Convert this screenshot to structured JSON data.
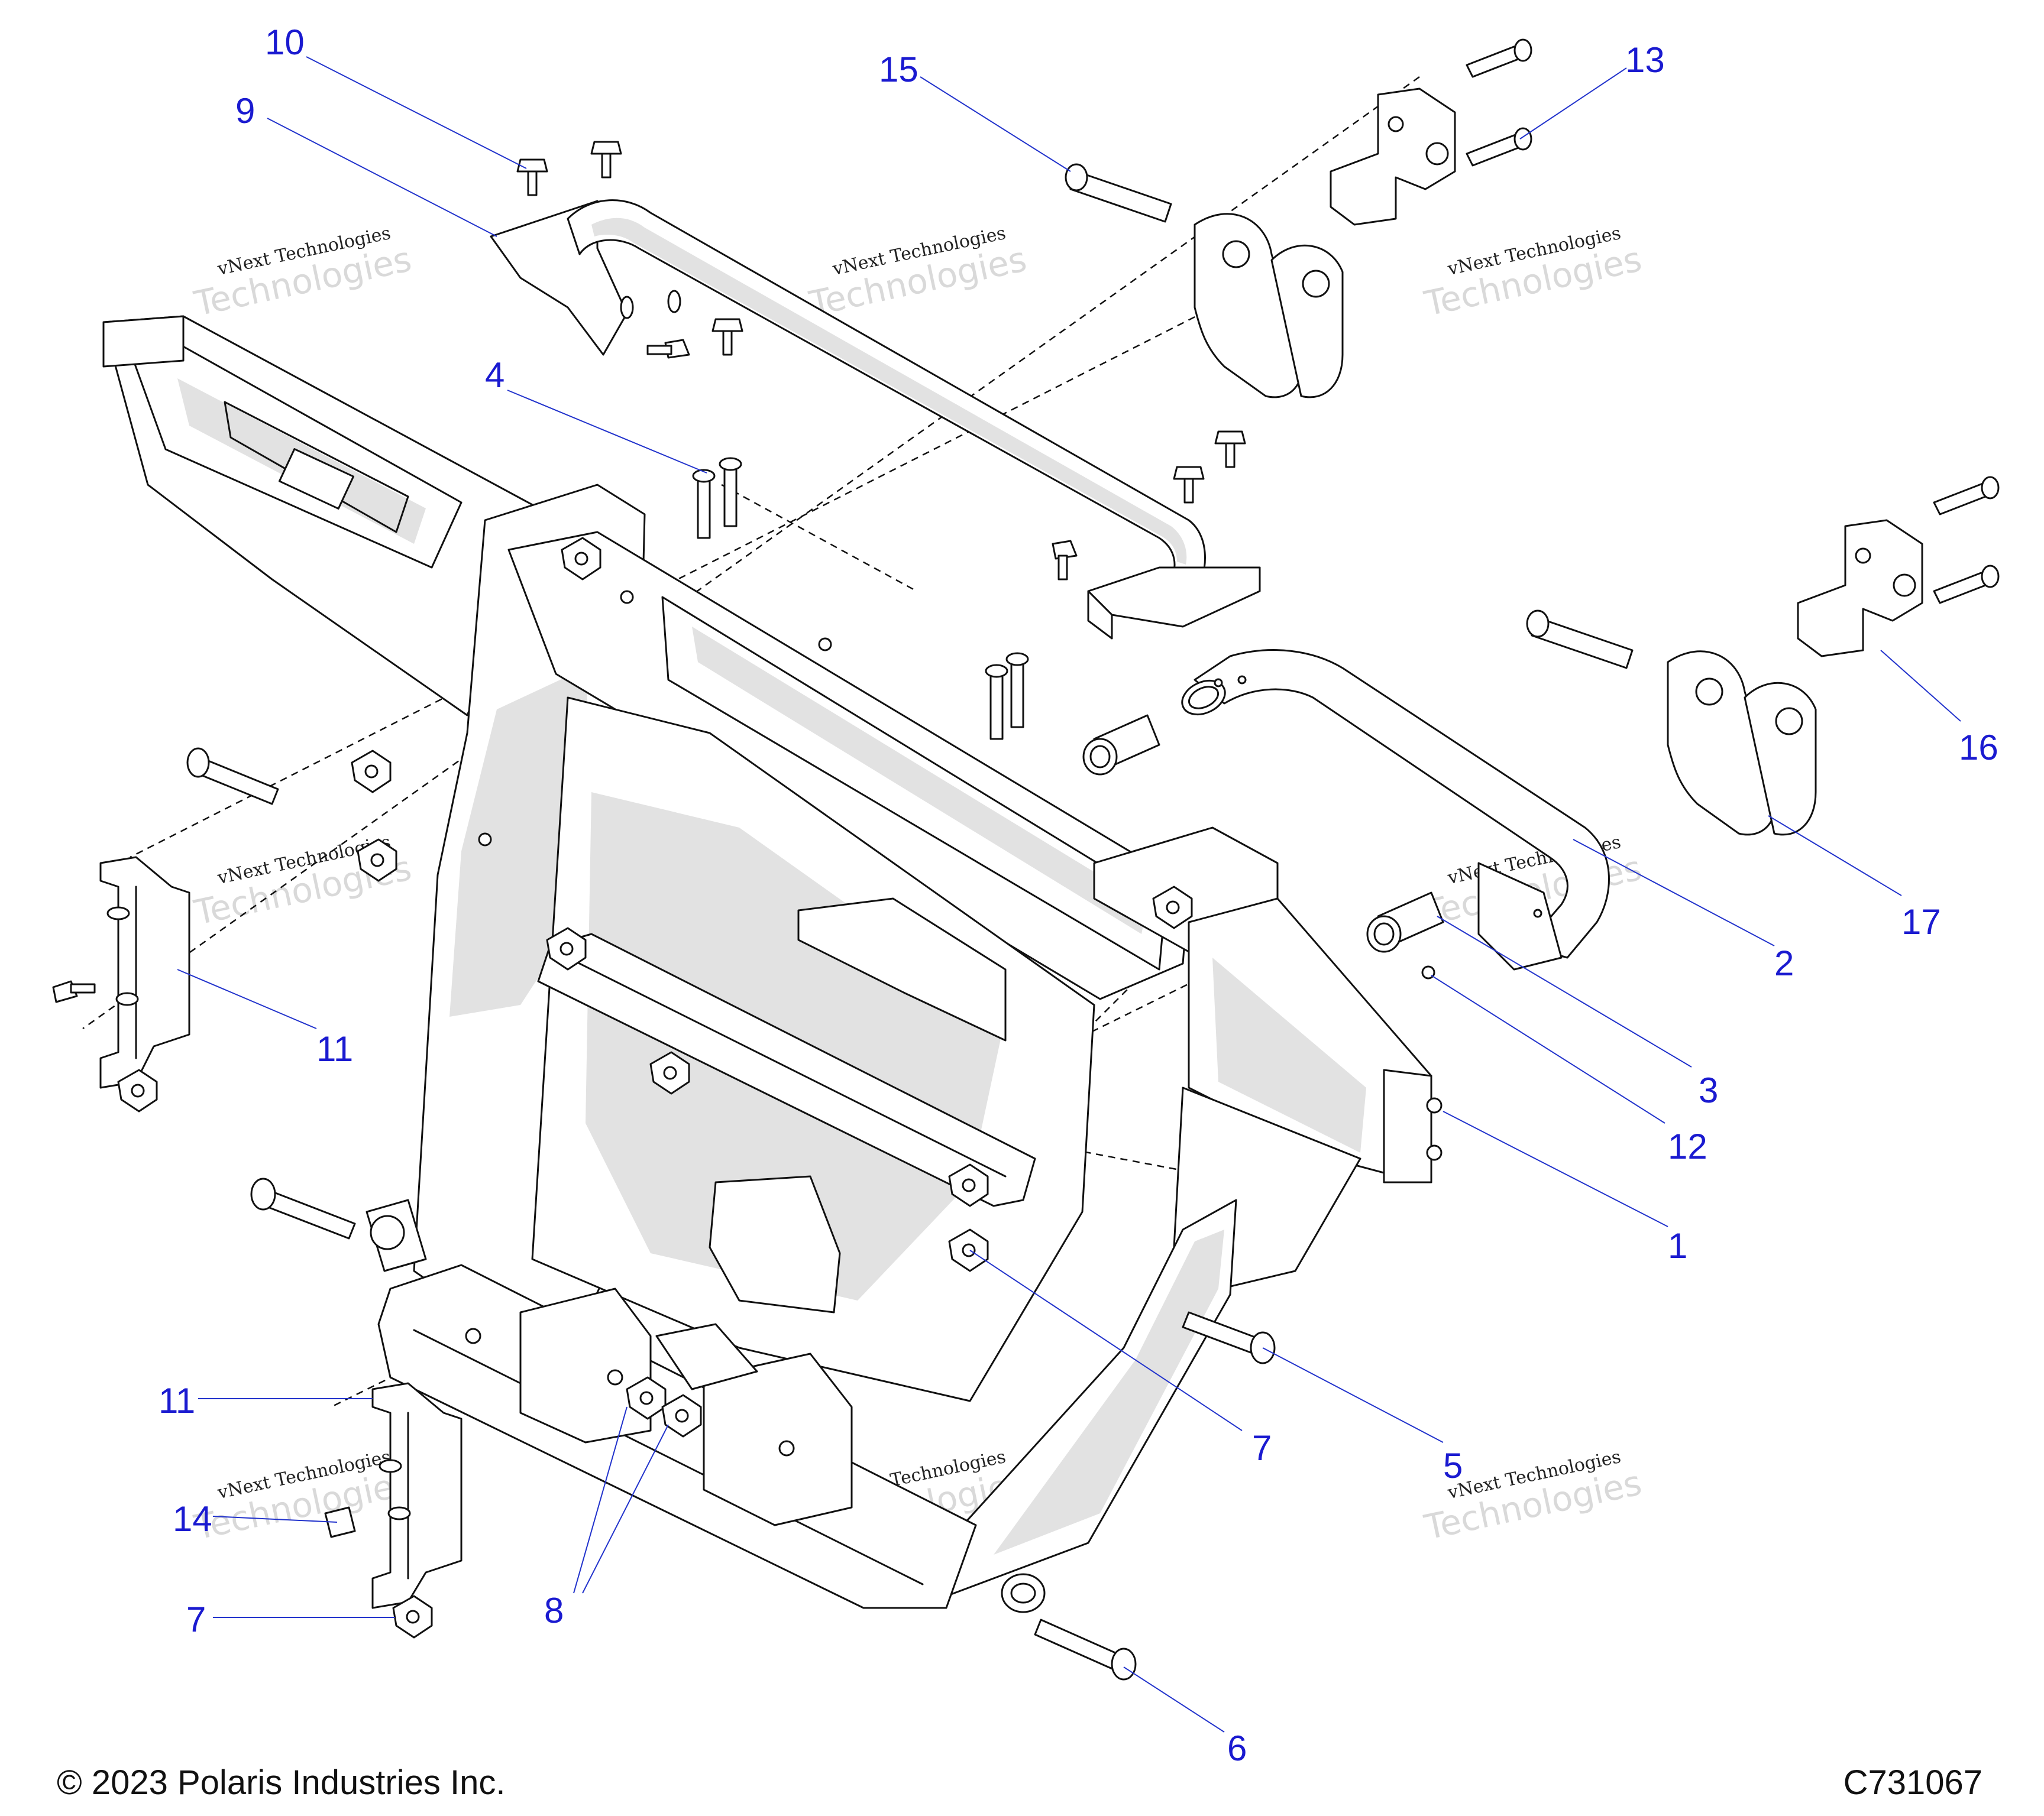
{
  "figure": {
    "copyright": "© 2023 Polaris Industries Inc.",
    "id": "C731067",
    "watermark_line1": "vNext Technologies",
    "watermark_line2": "Technologies"
  },
  "callouts": [
    {
      "label": "10"
    },
    {
      "label": "9"
    },
    {
      "label": "15"
    },
    {
      "label": "13"
    },
    {
      "label": "4"
    },
    {
      "label": "16"
    },
    {
      "label": "17"
    },
    {
      "label": "2"
    },
    {
      "label": "11"
    },
    {
      "label": "3"
    },
    {
      "label": "12"
    },
    {
      "label": "1"
    },
    {
      "label": "7"
    },
    {
      "label": "5"
    },
    {
      "label": "11"
    },
    {
      "label": "14"
    },
    {
      "label": "7"
    },
    {
      "label": "8"
    },
    {
      "label": "6"
    }
  ],
  "colors": {
    "callout_text": "#1a1ad0",
    "leader_line": "#2233cc",
    "part_outline": "#111111",
    "part_shading": "#e2e2e2"
  }
}
